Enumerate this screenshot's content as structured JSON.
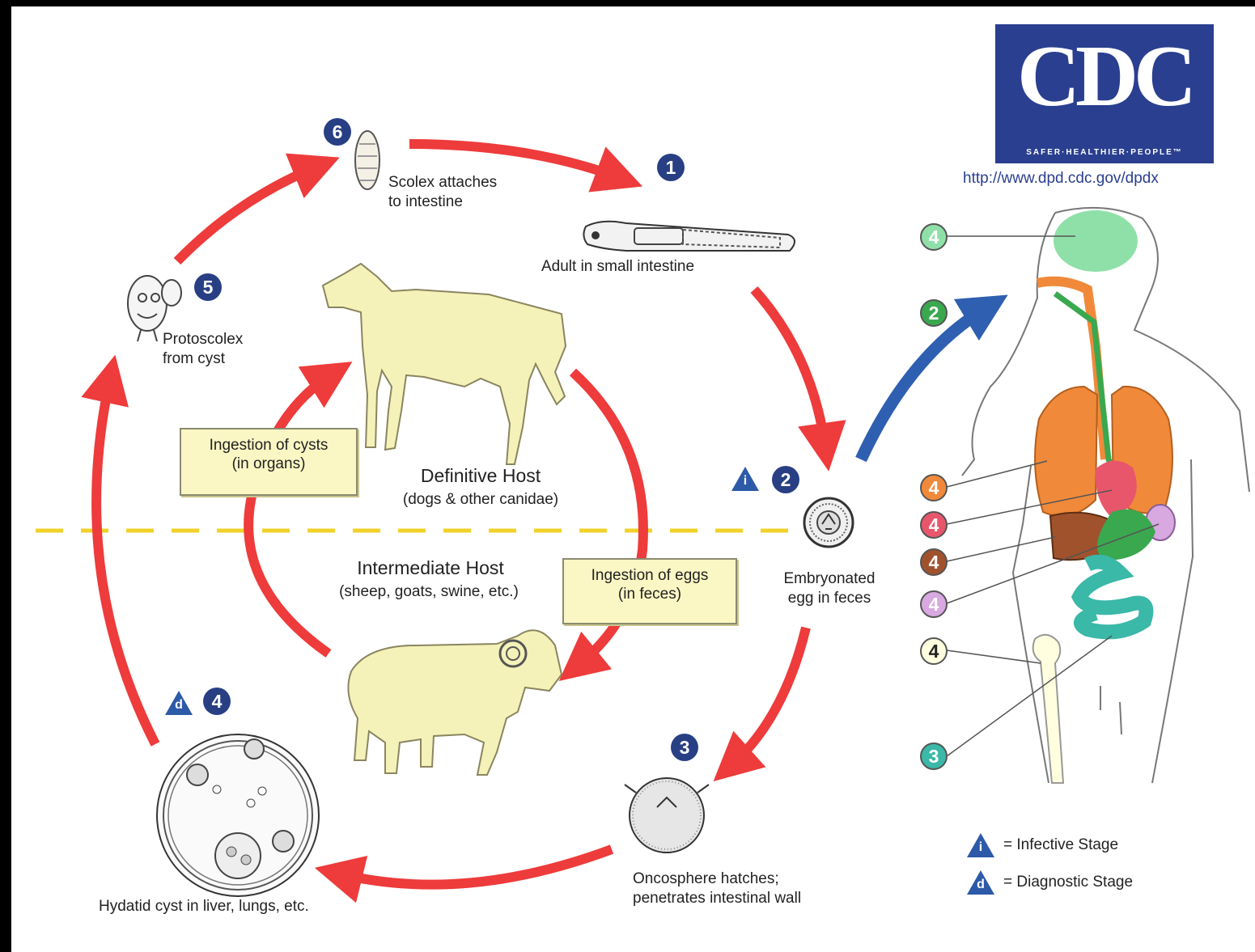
{
  "logo": {
    "text": "CDC",
    "tagline": "SAFER·HEALTHIER·PEOPLE™",
    "url": "http://www.dpd.cdc.gov/dpdx"
  },
  "stages": {
    "s1": {
      "number": "1",
      "label": "Adult in small intestine"
    },
    "s2": {
      "number": "2",
      "label": "Embryonated\negg in feces"
    },
    "s3": {
      "number": "3",
      "label": "Oncosphere hatches;\npenetrates intestinal wall"
    },
    "s4": {
      "number": "4",
      "label": "Hydatid cyst in liver, lungs, etc."
    },
    "s5": {
      "number": "5",
      "label": "Protoscolex\nfrom cyst"
    },
    "s6": {
      "number": "6",
      "label": "Scolex attaches\nto intestine"
    }
  },
  "hosts": {
    "definitive": {
      "title": "Definitive Host",
      "subtitle": "(dogs & other canidae)"
    },
    "intermediate": {
      "title": "Intermediate Host",
      "subtitle": "(sheep, goats, swine, etc.)"
    }
  },
  "ingestion": {
    "cysts": "Ingestion of cysts\n(in organs)",
    "eggs": "Ingestion of eggs\n(in feces)"
  },
  "human_markers": [
    {
      "number": "4",
      "organ": "brain",
      "color": "#8fe0a8"
    },
    {
      "number": "2",
      "organ": "entry",
      "color": "#3aa84e"
    },
    {
      "number": "4",
      "organ": "lungs",
      "color": "#f08a3a"
    },
    {
      "number": "4",
      "organ": "heart",
      "color": "#e8566b"
    },
    {
      "number": "4",
      "organ": "liver",
      "color": "#a0522d"
    },
    {
      "number": "4",
      "organ": "spleen",
      "color": "#d8a8e0"
    },
    {
      "number": "4",
      "organ": "bone",
      "color": "#ffffe0"
    },
    {
      "number": "3",
      "organ": "intestine",
      "color": "#3ab8a8"
    }
  ],
  "badges": {
    "infective": "i",
    "diagnostic": "d"
  },
  "legend": {
    "infective_symbol": "i",
    "infective_label": "= Infective Stage",
    "diagnostic_symbol": "d",
    "diagnostic_label": "= Diagnostic Stage"
  },
  "colors": {
    "cycle_arrow": "#ee3b3b",
    "human_arrow": "#2e5fb0",
    "host_divider": "#f2d22a",
    "animal_fill": "#f4f2b8",
    "stage_badge": "#283f84",
    "logo_blue": "#2a3f8f"
  }
}
